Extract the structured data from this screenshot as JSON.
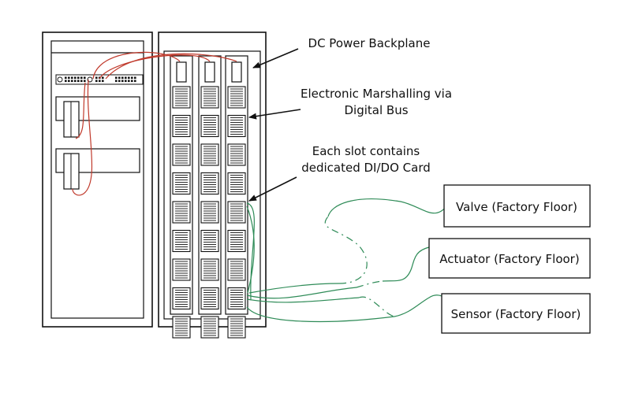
{
  "labels": {
    "backplane": "DC Power Backplane",
    "marshalling_line1": "Electronic Marshalling via",
    "marshalling_line2": "Digital Bus",
    "slot_line1": "Each slot contains",
    "slot_line2": "dedicated DI/DO Card"
  },
  "devices": {
    "valve": "Valve (Factory Floor)",
    "actuator": "Actuator (Factory Floor)",
    "sensor": "Sensor (Factory Floor)"
  },
  "colors": {
    "outline": "#111111",
    "power_wire": "#c0392b",
    "field_wire": "#2e8b57"
  }
}
